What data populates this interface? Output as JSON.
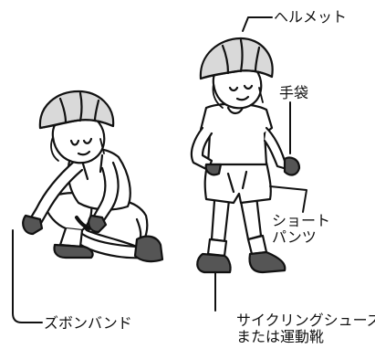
{
  "labels": {
    "helmet": "ヘルメット",
    "gloves": "手袋",
    "shorts_line1": "ショート",
    "shorts_line2": "パンツ",
    "band": "ズボンバンド",
    "shoes_line1": "サイクリングシューズ",
    "shoes_line2": "または運動靴"
  },
  "colors": {
    "line": "#111111",
    "helmet_fill": "#d9d9d9",
    "dark_fill": "#555555",
    "skin": "#ffffff"
  }
}
